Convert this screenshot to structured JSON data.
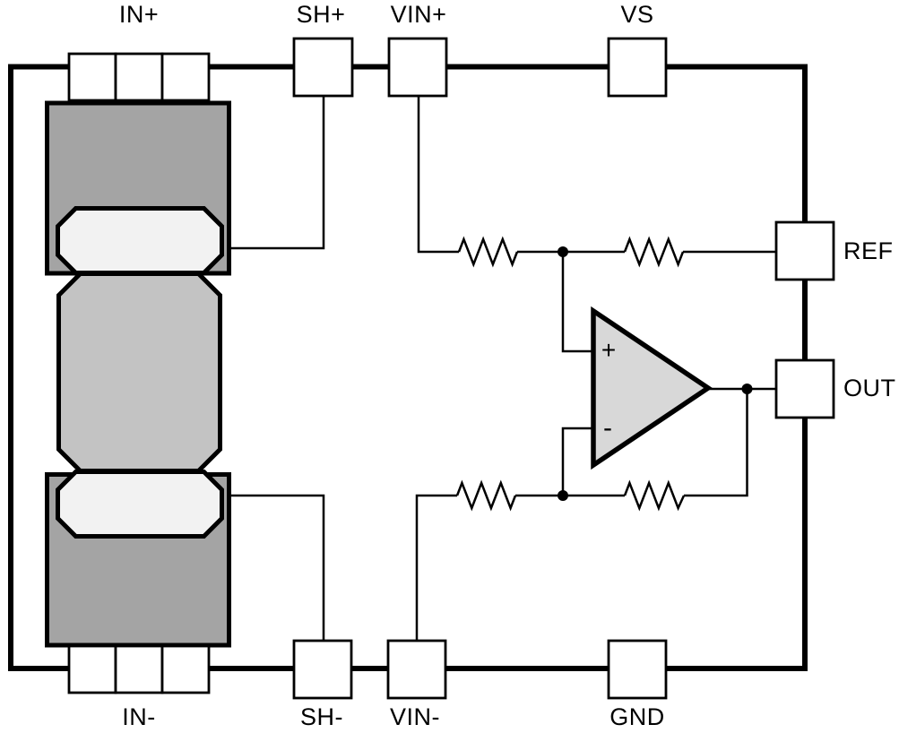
{
  "pins": {
    "top": [
      {
        "label": "IN+"
      },
      {
        "label": "SH+"
      },
      {
        "label": "VIN+"
      },
      {
        "label": "VS"
      }
    ],
    "right": [
      {
        "label": "REF"
      },
      {
        "label": "OUT"
      }
    ],
    "bottom": [
      {
        "label": "IN-"
      },
      {
        "label": "SH-"
      },
      {
        "label": "VIN-"
      },
      {
        "label": "GND"
      }
    ]
  },
  "opamp": {
    "plus_label": "+",
    "minus_label": "-"
  },
  "colors": {
    "background": "#ffffff",
    "line": "#000000",
    "pin_box_fill": "#ffffff",
    "shunt_terminal_dark": "#a4a4a4",
    "shunt_element_mid": "#c3c3c3",
    "shunt_pad_light": "#f2f2f2",
    "opamp_fill": "#d8d8d8"
  }
}
